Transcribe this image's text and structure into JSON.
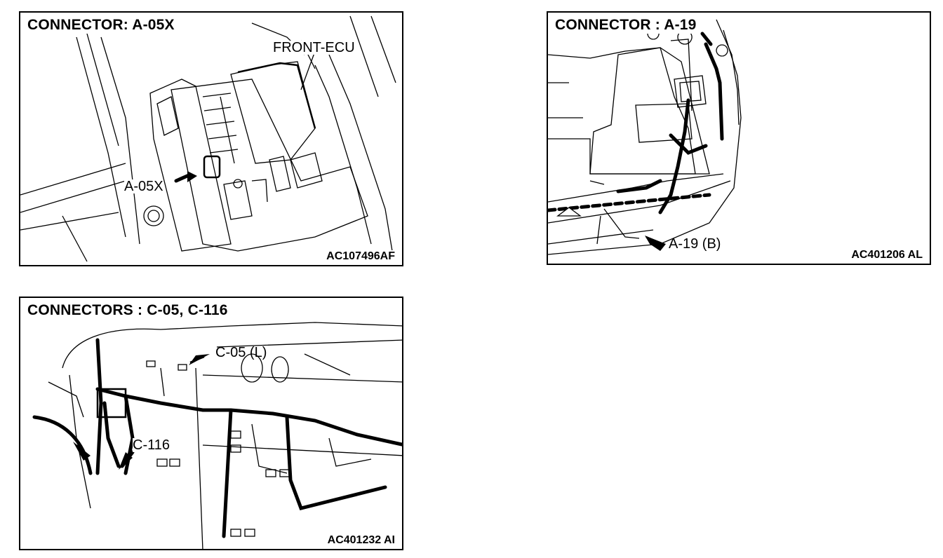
{
  "panels": [
    {
      "title": "CONNECTOR: A-05X",
      "code": "AC107496AF",
      "labels": [
        "FRONT-ECU",
        "A-05X"
      ]
    },
    {
      "title": "CONNECTOR : A-19",
      "code": "AC401206 AL",
      "labels": [
        "A-19 (B)"
      ]
    },
    {
      "title": "CONNECTORS : C-05, C-116",
      "code": "AC401232 AI",
      "labels": [
        "C-05 (L)",
        "C-116"
      ]
    }
  ]
}
